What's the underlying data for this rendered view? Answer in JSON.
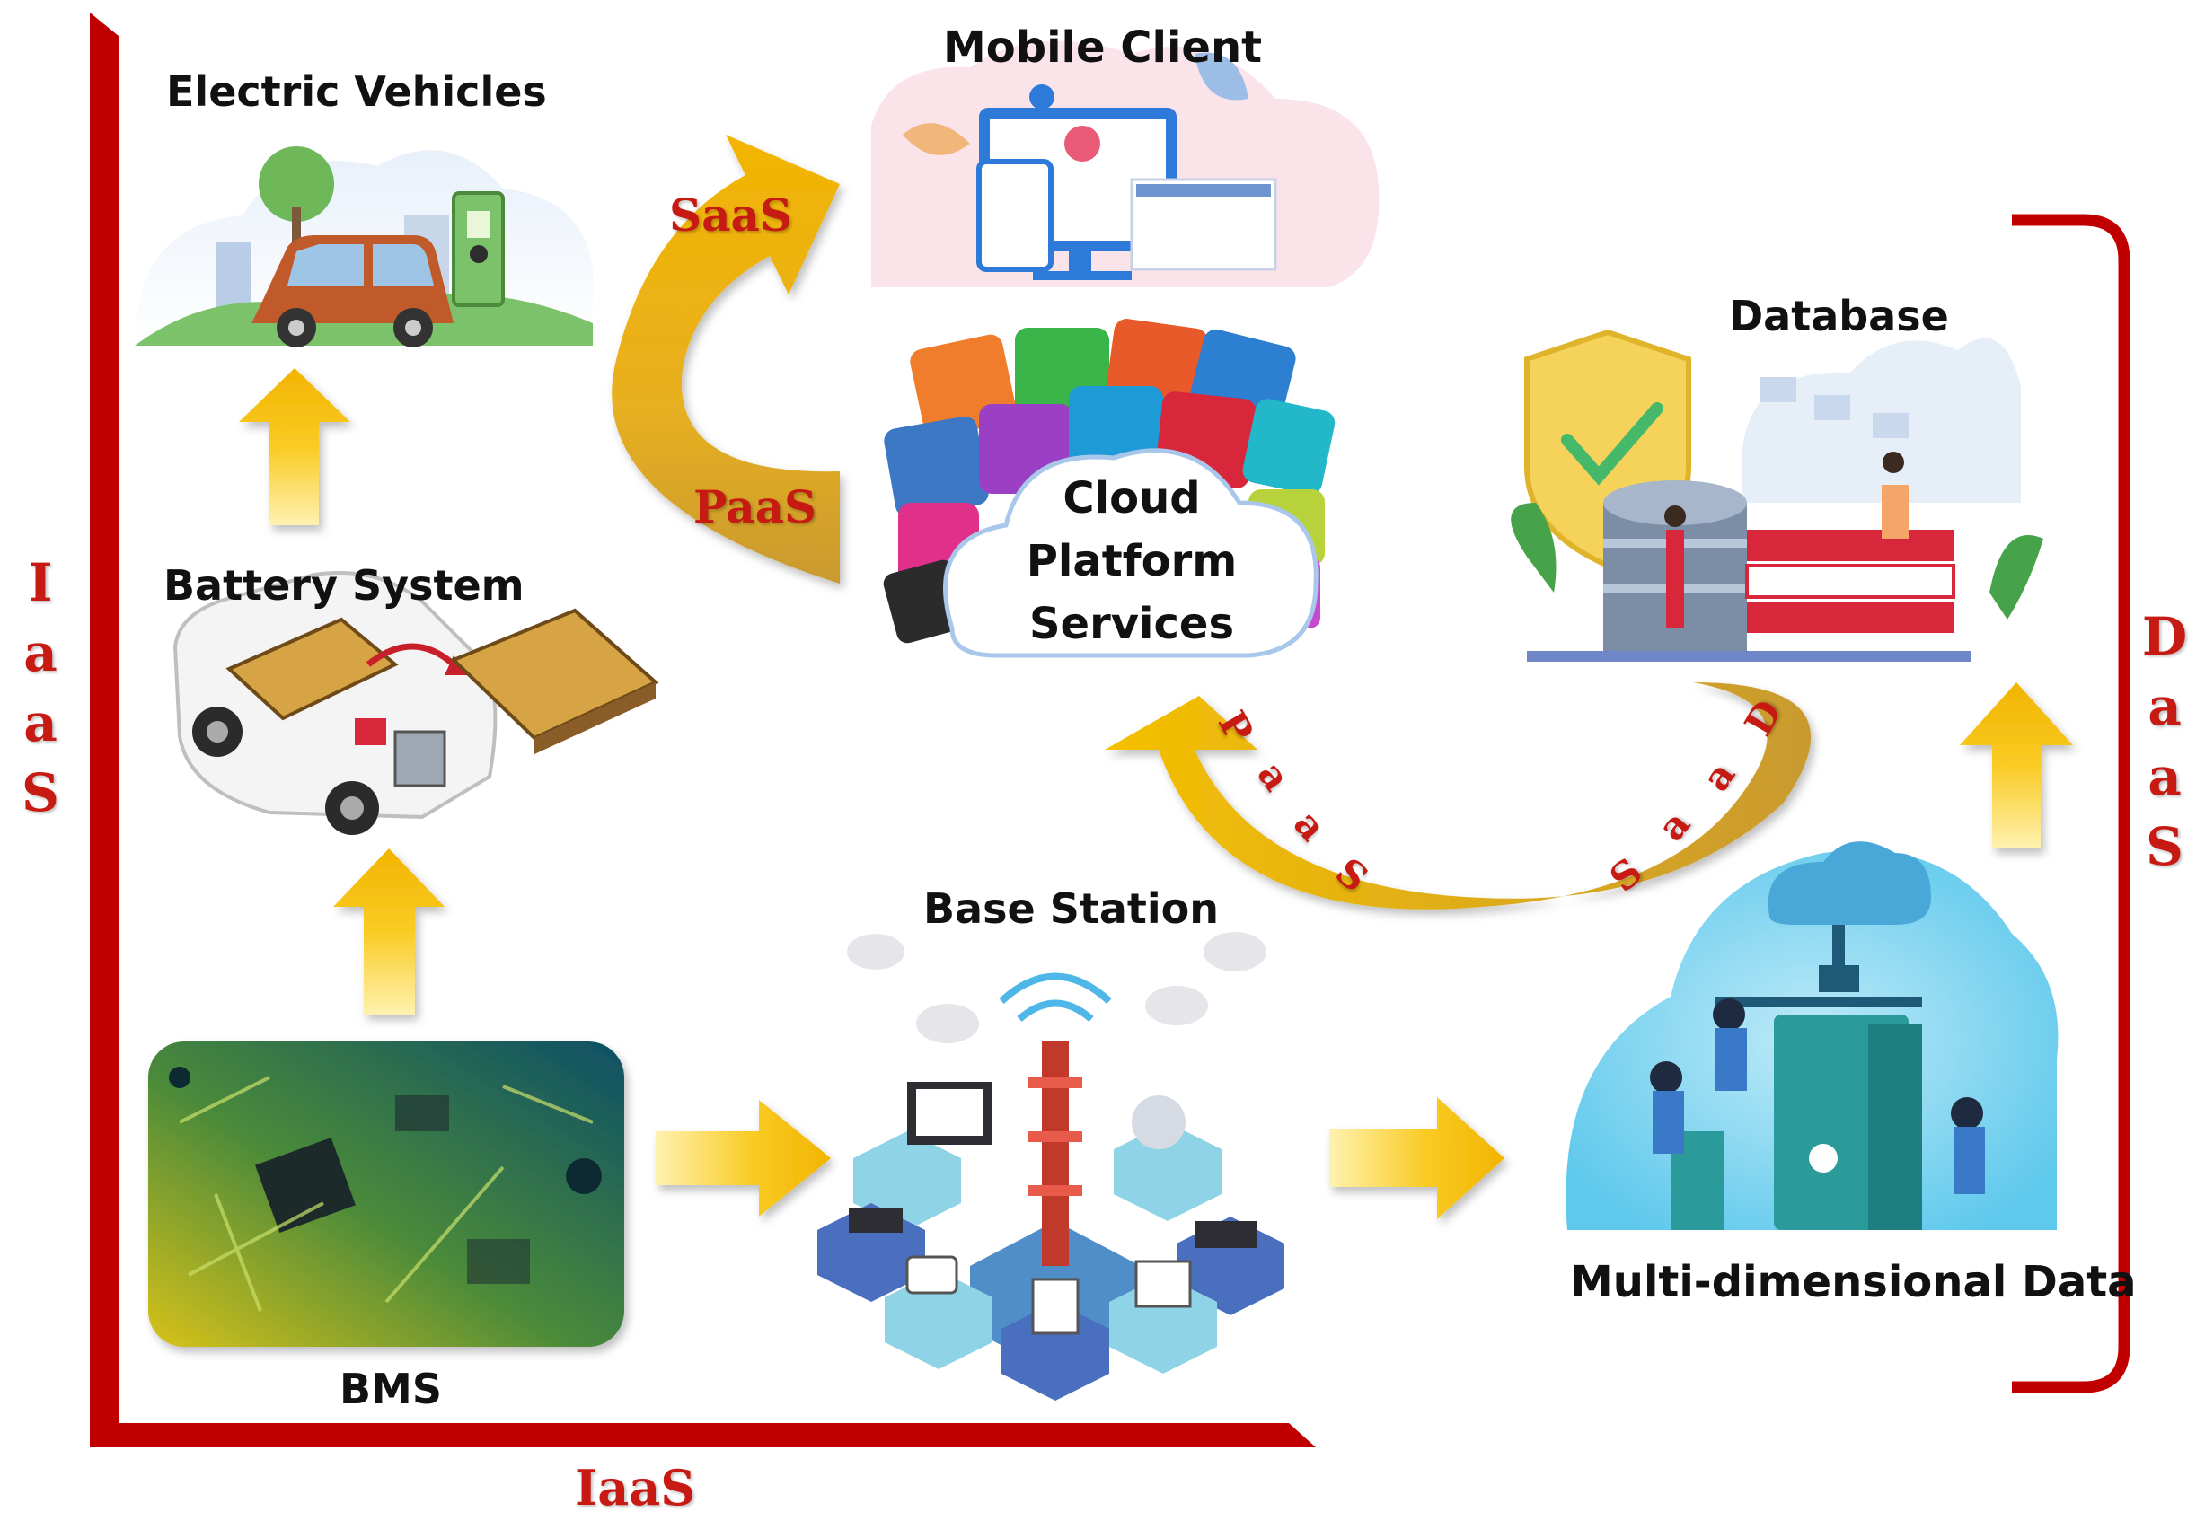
{
  "labels": {
    "electric_vehicles": "Electric Vehicles",
    "mobile_client": "Mobile Client",
    "battery_system": "Battery System",
    "cloud_line1": "Cloud",
    "cloud_line2": "Platform",
    "cloud_line3": "Services",
    "database": "Database",
    "base_station": "Base Station",
    "bms": "BMS",
    "multi_dimensional_data": "Multi-dimensional Data"
  },
  "service_layers": {
    "saas_top": "SaaS",
    "paas_left": "PaaS",
    "iaas_bottom": "IaaS",
    "iaas_vertical": [
      "I",
      "a",
      "a",
      "S"
    ],
    "daas_vertical": [
      "D",
      "a",
      "a",
      "S"
    ],
    "paas_arc": [
      "P",
      "a",
      "a",
      "S"
    ],
    "daas_arc": [
      "D",
      "a",
      "a",
      "S"
    ]
  },
  "colors": {
    "frame_red": "#c00000",
    "label_red": "#c61a12",
    "arrow_gold": "#f7c200",
    "arrow_dark": "#d89a00"
  }
}
